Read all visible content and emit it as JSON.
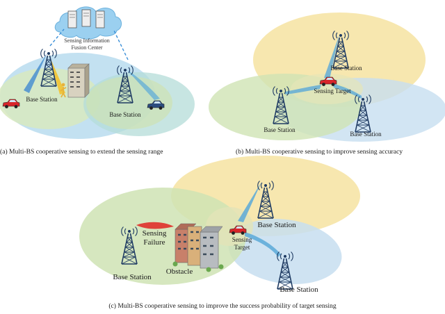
{
  "panel_a": {
    "cloud_label_line1": "Sensing Information",
    "cloud_label_line2": "Fusion Center",
    "bs_left_label": "Base Station",
    "bs_right_label": "Base Station",
    "caption": "(a)  Multi-BS  cooperative  sensing  to  extend  the  sensing  range"
  },
  "panel_b": {
    "bs_top_label": "Base Station",
    "bs_left_label": "Base Station",
    "bs_right_label": "Base Station",
    "target_label": "Sensing Target",
    "caption": "(b)  Multi-BS  cooperative  sensing  to  improve  sensing  accuracy"
  },
  "panel_c": {
    "bs_left_label": "Base Station",
    "bs_top_label": "Base Station",
    "bs_bottom_label": "Base Station",
    "failure_line1": "Sensing",
    "failure_line2": "Failure",
    "target_line1": "Sensing",
    "target_line2": "Target",
    "obstacle_label": "Obstacle",
    "caption": "(c)  Multi-BS  cooperative  sensing  to  improve  the  success  probability  of  target  sensing"
  },
  "colors": {
    "coverage_green": "#cfe3b4",
    "coverage_blue": "#b9d9ee",
    "coverage_yellow": "#f6e3a1",
    "beam_blue": "#4a8fd0",
    "beam_yellow": "#f2c230",
    "beam_green": "#6fbf9a",
    "beam_red": "#e0302a",
    "tower": "#1f3b63",
    "cloud": "#9bd0f0"
  }
}
